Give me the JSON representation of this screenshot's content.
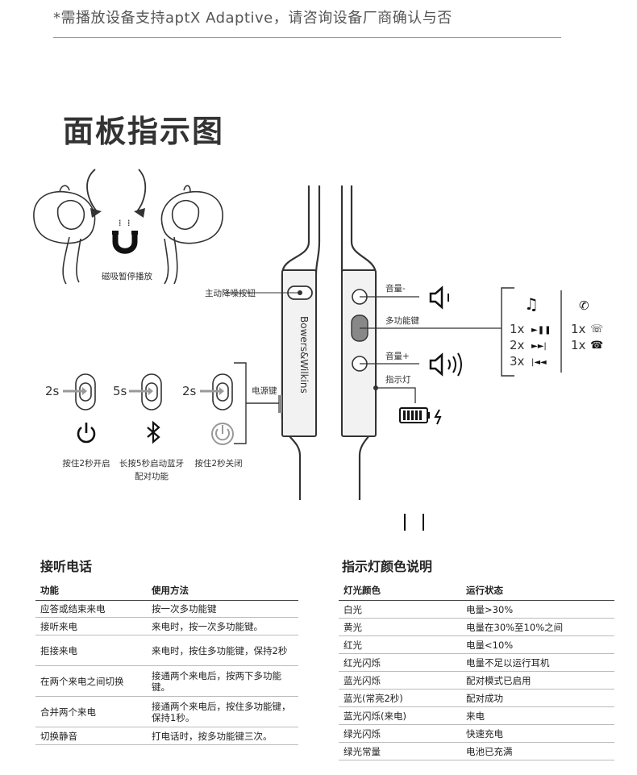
{
  "header": {
    "note": "*需播放设备支持aptX Adaptive，请咨询设备厂商确认与否",
    "title": "面板指示图"
  },
  "diagram": {
    "magnet_label": "磁吸暂停播放",
    "anc_button_label": "主动降噪按钮",
    "brand": "Bowers&Wilkins",
    "power_key_label": "电源键",
    "volume_down_label": "音量-",
    "multifunction_label": "多功能键",
    "volume_up_label": "音量+",
    "indicator_label": "指示灯",
    "power_steps": [
      {
        "time": "2s",
        "caption": "按住2秒开启"
      },
      {
        "time": "5s",
        "caption": "长按5秒启动蓝牙配对功能"
      },
      {
        "time": "2s",
        "caption": "按住2秒关闭"
      }
    ],
    "music_actions": [
      "1x",
      "2x",
      "3x"
    ],
    "call_actions": [
      "1x",
      "1x"
    ],
    "colors": {
      "line": "#333333",
      "panel": "#f2f2f2"
    }
  },
  "calls_table": {
    "title": "接听电话",
    "headers": [
      "功能",
      "使用方法"
    ],
    "rows": [
      [
        "应答或结束来电",
        "按一次多功能键"
      ],
      [
        "接听来电",
        "来电时，按一次多功能键。"
      ],
      [
        "拒接来电",
        "来电时，按住多功能键，保持2秒"
      ],
      [
        "在两个来电之间切换",
        "接通两个来电后，按两下多功能键。"
      ],
      [
        "合并两个来电",
        "接通两个来电后，按住多功能键，保持1秒。"
      ],
      [
        "切换静音",
        "打电话时，按多功能键三次。"
      ]
    ]
  },
  "indicator_table": {
    "title": "指示灯颜色说明",
    "headers": [
      "灯光颜色",
      "运行状态"
    ],
    "rows": [
      [
        "白光",
        "电量>30%"
      ],
      [
        "黄光",
        "电量在30%至10%之间"
      ],
      [
        "红光",
        "电量<10%"
      ],
      [
        "红光闪烁",
        "电量不足以运行耳机"
      ],
      [
        "蓝光闪烁",
        "配对模式已启用"
      ],
      [
        "蓝光(常亮2秒)",
        "配对成功"
      ],
      [
        "蓝光闪烁(来电)",
        "来电"
      ],
      [
        "绿光闪烁",
        "快速充电"
      ],
      [
        "绿光常量",
        "电池已充满"
      ]
    ]
  }
}
